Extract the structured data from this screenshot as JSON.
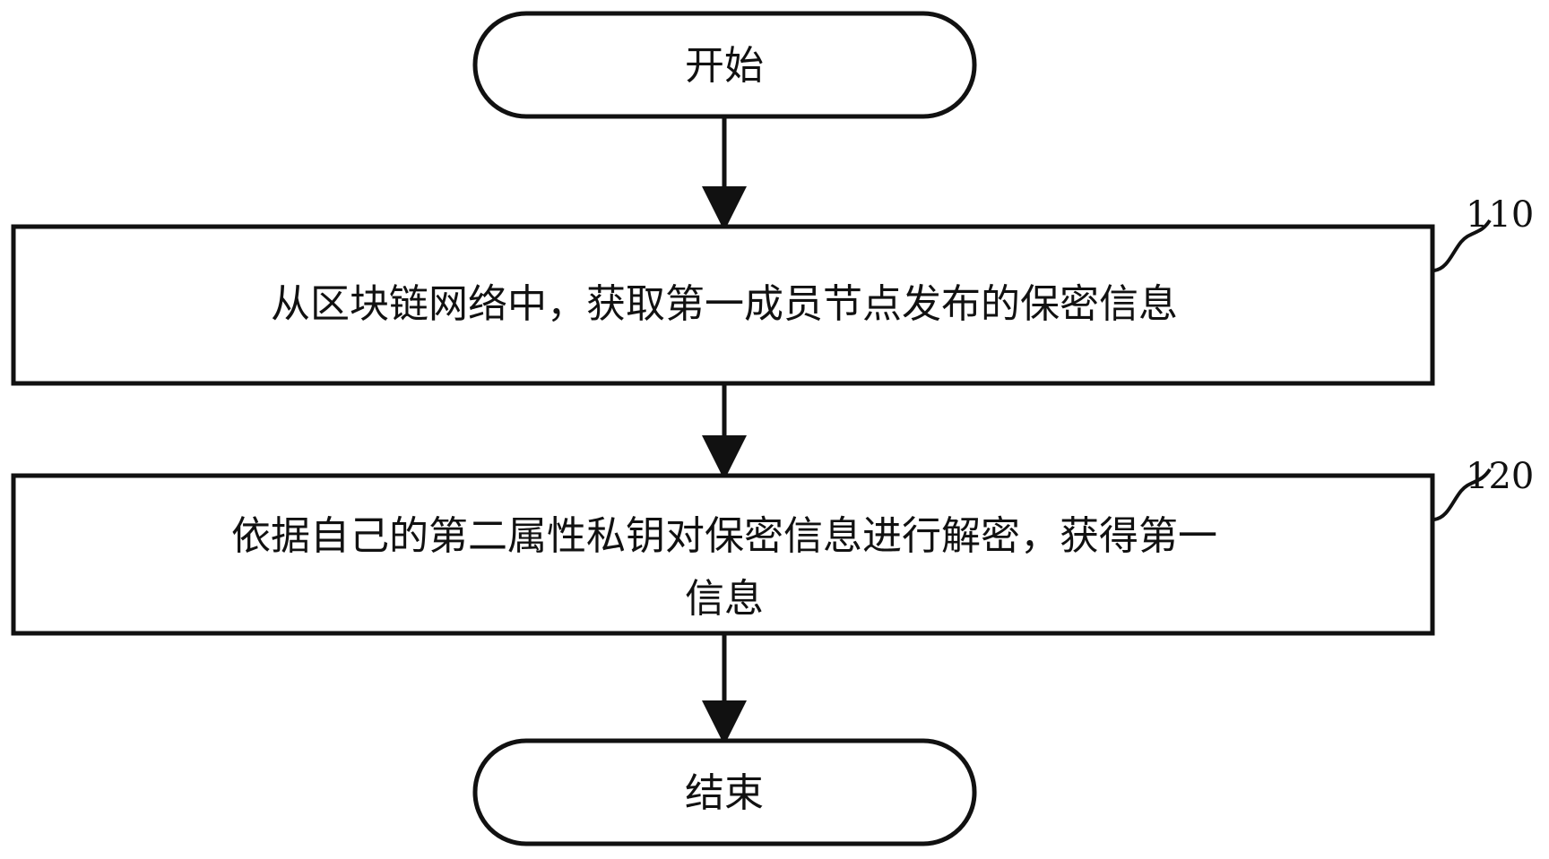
{
  "diagram": {
    "start": {
      "label": "开始"
    },
    "step_110": {
      "ref": "110",
      "label": "从区块链网络中，获取第一成员节点发布的保密信息"
    },
    "step_120": {
      "ref": "120",
      "line1": "依据自己的第二属性私钥对保密信息进行解密，获得第一",
      "line2": "信息"
    },
    "end": {
      "label": "结束"
    }
  },
  "colors": {
    "stroke": "#111111",
    "background": "#ffffff"
  }
}
